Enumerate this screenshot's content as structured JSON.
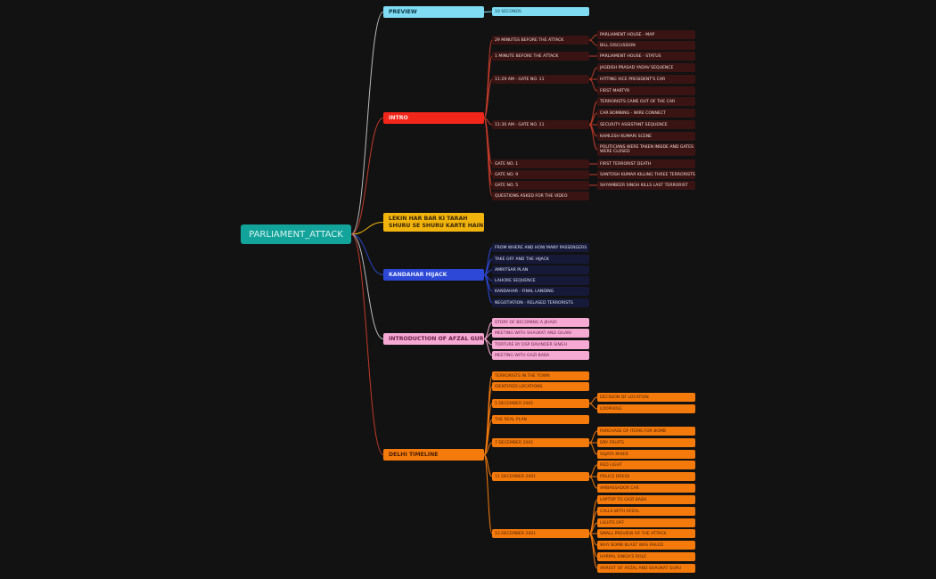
{
  "root": {
    "label": "PARLIAMENT_ATTACK"
  },
  "branches": {
    "preview": {
      "label": "PREVIEW",
      "items": [
        {
          "label": "10 SECONDS"
        }
      ]
    },
    "intro": {
      "label": "INTRO",
      "items": [
        {
          "label": "29 MINUTES BEFORE THE ATTACK",
          "children": [
            {
              "label": "PARLIAMENT HOUSE - MAP"
            },
            {
              "label": "BILL DISCUSSION"
            }
          ]
        },
        {
          "label": "1 MINUTE BEFORE THE ATTACK",
          "children": [
            {
              "label": "PARLIAMENT HOUSE - STATUS"
            }
          ]
        },
        {
          "label": "11:29 AM - GATE NO. 11",
          "children": [
            {
              "label": "JAGDISH PRASAD YADAV SEQUENCE"
            },
            {
              "label": "HITTING VICE PRESIDENT'S CAR"
            },
            {
              "label": "FIRST MARTYR"
            }
          ]
        },
        {
          "label": "11:30 AM - GATE NO. 11",
          "children": [
            {
              "label": "TERRORISTS CAME OUT OF THE CAR"
            },
            {
              "label": "CAR BOMBING - WIRE CONNECT"
            },
            {
              "label": "SECURITY ASSISTANT SEQUENCE"
            },
            {
              "label": "KAMLESH KUMARI SCENE"
            },
            {
              "label": "POLITICIANS WERE TAKEN INSIDE AND GATES WERE CLOSED"
            }
          ]
        },
        {
          "label": "GATE NO. 1",
          "children": [
            {
              "label": "FIRST TERRORIST DEATH"
            }
          ]
        },
        {
          "label": "GATE NO. 9",
          "children": [
            {
              "label": "SANTOSH KUMAR KILLING THREE TERRORISTS"
            }
          ]
        },
        {
          "label": "GATE NO. 5",
          "children": [
            {
              "label": "SHYAMBEER SINGH KILLS LAST TERRORIST"
            }
          ]
        },
        {
          "label": "QUESTIONS ASKED FOR THE VIDEO"
        }
      ]
    },
    "lekin": {
      "label": "LEKIN HAR BAR KI TARAH SHURU SE SHURU KARTE HAIN"
    },
    "kandahar": {
      "label": "KANDAHAR HIJACK",
      "items": [
        {
          "label": "FROM WHERE AND HOW MANY PASSENGERS"
        },
        {
          "label": "TAKE OFF AND THE HIJACK"
        },
        {
          "label": "AMRITSAR PLAN"
        },
        {
          "label": "LAHORE SEQUENCE"
        },
        {
          "label": "KANDAHAR - FINAL LANDING"
        },
        {
          "label": "NEGOTIATION - RELASED TERRORISTS"
        }
      ]
    },
    "afzal": {
      "label": "INTRODUCTION OF AFZAL GURU",
      "items": [
        {
          "label": "STORY OF BECOMING A JIHADI"
        },
        {
          "label": "MEETING WITH SHAUKAT AND GILANI"
        },
        {
          "label": "TORTURE BY DSP DAVINDER SINGH"
        },
        {
          "label": "MEETING WITH GAZI BABA"
        }
      ]
    },
    "delhi": {
      "label": "DELHI TIMELINE",
      "items": [
        {
          "label": "TERRORISTS IN THE TOWN"
        },
        {
          "label": "IDENTIFIED LOCATIONS"
        },
        {
          "label": "5 DECEMBER 2001",
          "children": [
            {
              "label": "DECISION OF LOCATION"
            },
            {
              "label": "LOOPHOLE"
            }
          ]
        },
        {
          "label": "THE REAL PLAN"
        },
        {
          "label": "7 DECEMBER 2001",
          "children": [
            {
              "label": "PURCHASE OF ITEMS FOR BOMB"
            },
            {
              "label": "DRY FRUITS"
            },
            {
              "label": "SUJATA MIXER"
            }
          ]
        },
        {
          "label": "11 DECEMBER 2001",
          "children": [
            {
              "label": "RED LIGHT"
            },
            {
              "label": "POLICE DRESS"
            },
            {
              "label": "AMBASSADOR CAR"
            }
          ]
        },
        {
          "label": "13 DECEMBER 2001",
          "children": [
            {
              "label": "LAPTOP TO GAZI BABA"
            },
            {
              "label": "CALLS WITH AFZAL"
            },
            {
              "label": "LIGHTS OFF"
            },
            {
              "label": "SMALL PREVIEW OF THE ATTACK"
            },
            {
              "label": "WHY BOMB BLAST WAS FAILED"
            },
            {
              "label": "HARPAL SINGH'S ROLE"
            },
            {
              "label": "ARREST OF AFZAL AND SHAUKAT GURU"
            }
          ]
        }
      ]
    }
  },
  "colors": {
    "background": "#121212",
    "root": "#12a39a",
    "preview": "#7fdcf2",
    "intro": "#f2261a",
    "intro_sub": "#3a1413",
    "lekin": "#f1b40d",
    "kandahar": "#2d48d6",
    "kandahar_sub": "#161a38",
    "afzal": "#f6a9d2",
    "delhi": "#f57a0c",
    "edge_intro": "#c23a2a",
    "edge_kandahar": "#2a45c8",
    "edge_neutral": "#bbbbbb"
  }
}
